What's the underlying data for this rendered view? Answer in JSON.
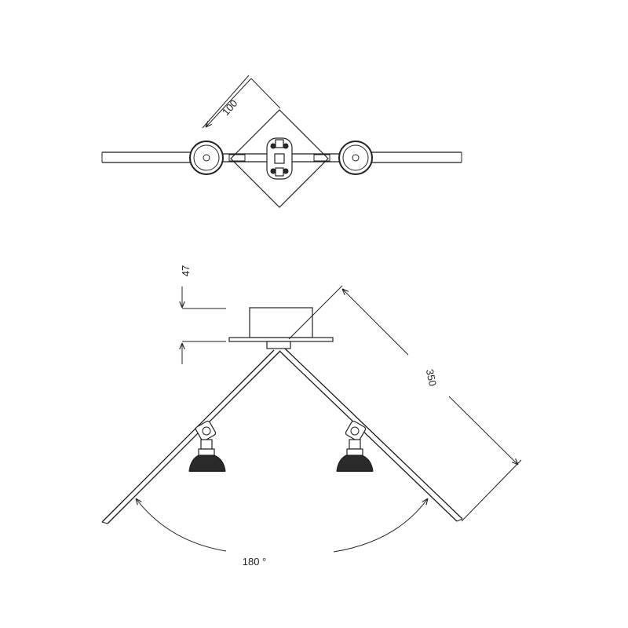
{
  "drawing": {
    "line_color": "#222222",
    "background": "#ffffff"
  },
  "dimensions": {
    "plate_width": "100",
    "base_height": "47",
    "arm_length": "350",
    "opening_angle": "180 °"
  }
}
